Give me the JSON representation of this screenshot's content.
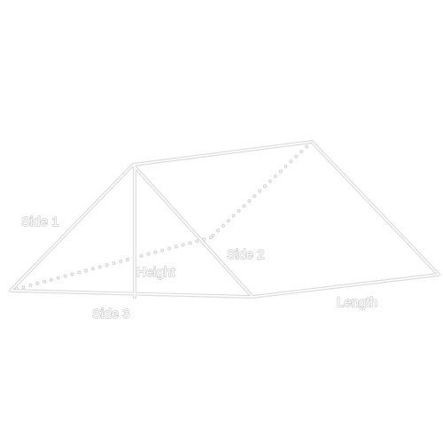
{
  "labels": {
    "side1": "Side 1",
    "side2": "Side 2",
    "side3": "Side 3",
    "height": "Height",
    "length": "Length"
  },
  "colors": {
    "background": "#ffffff",
    "line_fill": "#ffffff",
    "line_outline": "#dcdcdc"
  }
}
